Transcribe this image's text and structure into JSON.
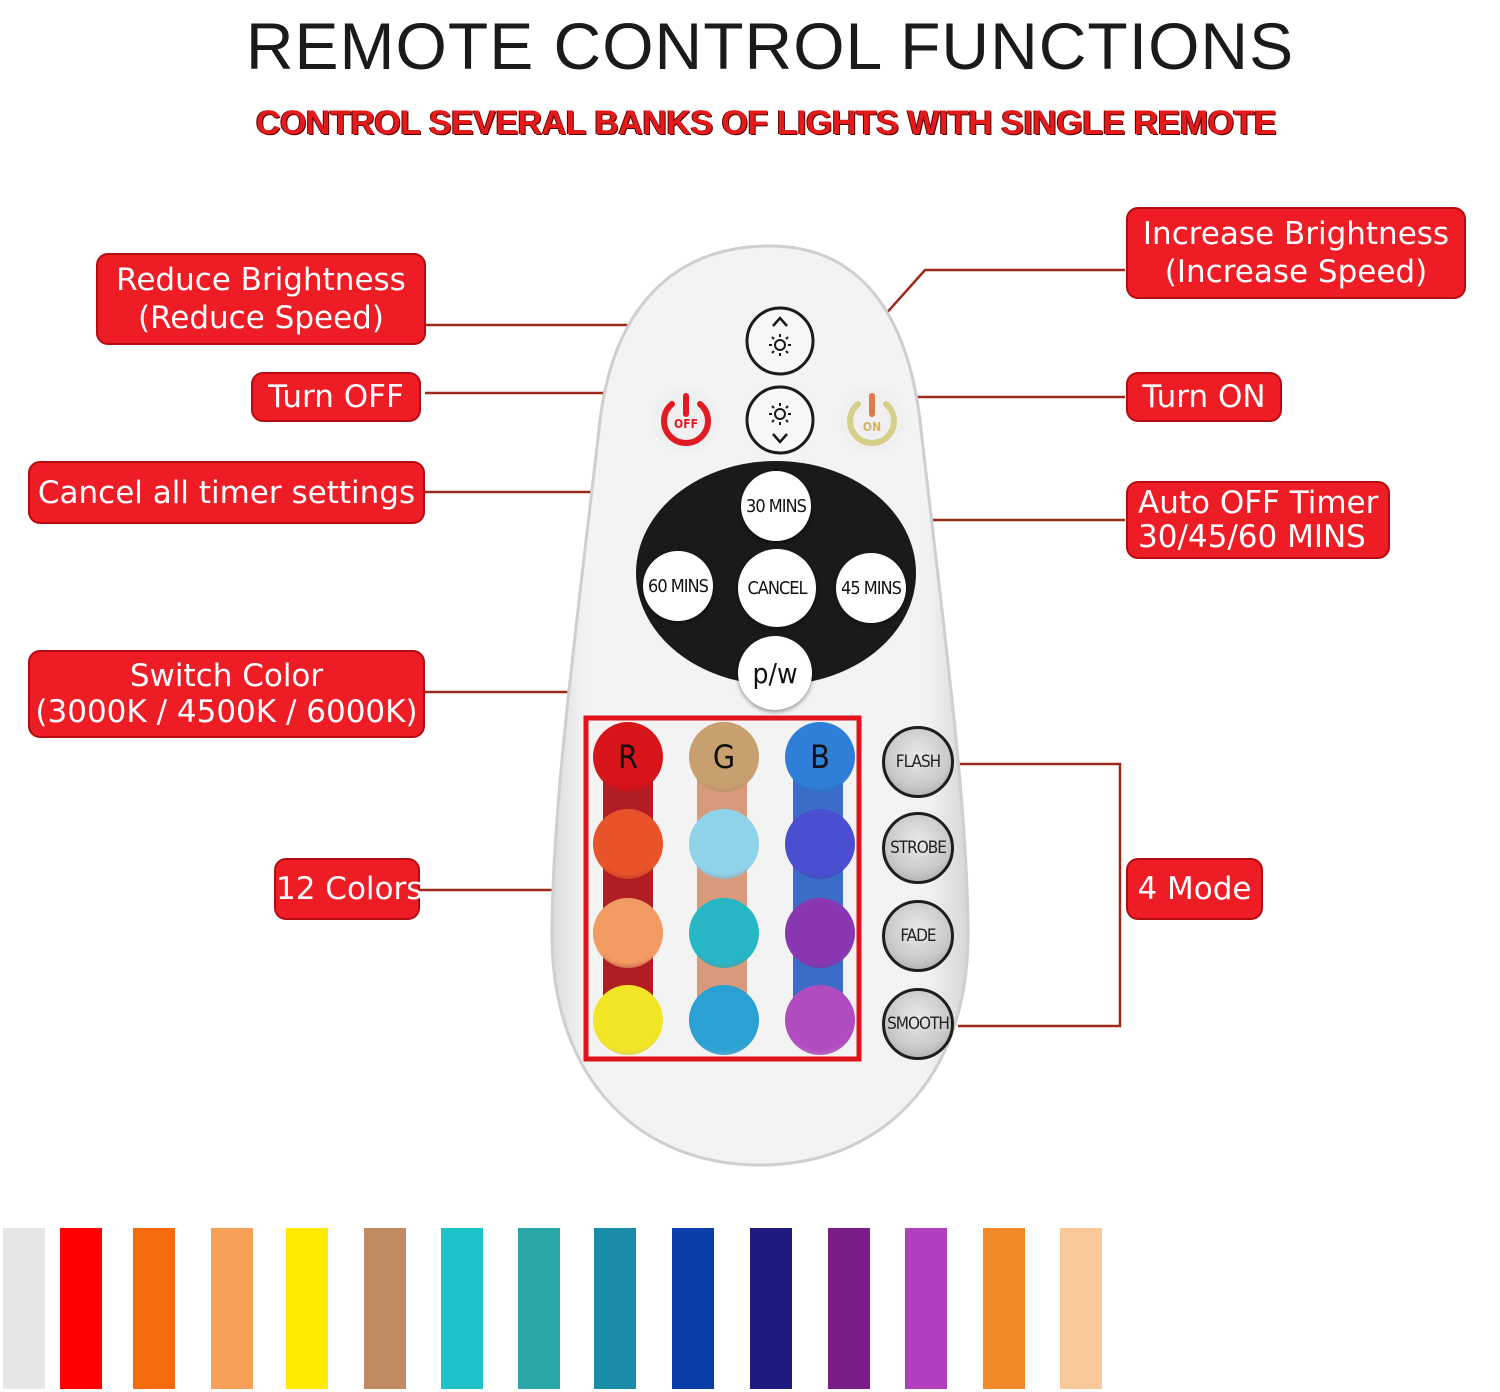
{
  "header": {
    "title": "REMOTE CONTROL FUNCTIONS",
    "subtitle": "CONTROL SEVERAL BANKS OF LIGHTS WITH SINGLE REMOTE"
  },
  "callouts": {
    "reduce_brightness": {
      "line1": "Reduce Brightness",
      "line2": "(Reduce Speed)"
    },
    "increase_brightness": {
      "line1": "Increase Brightness",
      "line2": "(Increase Speed)"
    },
    "turn_off": "Turn OFF",
    "turn_on": "Turn ON",
    "cancel_timers": "Cancel all timer settings",
    "auto_off_timer": {
      "line1": "Auto OFF Timer",
      "line2": "30/45/60 MINS"
    },
    "switch_color": {
      "line1": "Switch Color",
      "line2": "(3000K / 4500K / 6000K)"
    },
    "twelve_colors": "12 Colors",
    "four_mode": "4 Mode"
  },
  "remote": {
    "power_off_label": "OFF",
    "power_on_label": "ON",
    "timer_buttons": {
      "t30": "30 MINS",
      "t60": "60 MINS",
      "cancel": "CANCEL",
      "t45": "45 MINS",
      "pw": "p/w"
    },
    "rgb_labels": {
      "r": "R",
      "g": "G",
      "b": "B"
    },
    "mode_buttons": [
      "FLASH",
      "STROBE",
      "FADE",
      "SMOOTH"
    ],
    "color_grid": [
      [
        "#d8141b",
        "#c8a070",
        "#2f7fd8"
      ],
      [
        "#e8532a",
        "#8fd3ea",
        "#4a4fd0"
      ],
      [
        "#f29b62",
        "#27b7c4",
        "#8a36b0"
      ],
      [
        "#f2e526",
        "#2aa1d2",
        "#b04bc0"
      ]
    ],
    "color_connectors": [
      "#b01e24",
      "#d89a7a",
      "#3b6dc8"
    ]
  },
  "swatch_colors": [
    "#e6e6e6",
    "#ff0000",
    "#f46a0c",
    "#f7a05a",
    "#ffea00",
    "#c08b62",
    "#1ec2c9",
    "#2aa6a9",
    "#198da8",
    "#0a3ea8",
    "#1e1a80",
    "#7b1c88",
    "#b03fbd",
    "#f38a2a",
    "#fac99a"
  ],
  "colors": {
    "accent_red": "#ee1c24",
    "leader_line": "#9c2a1a"
  }
}
